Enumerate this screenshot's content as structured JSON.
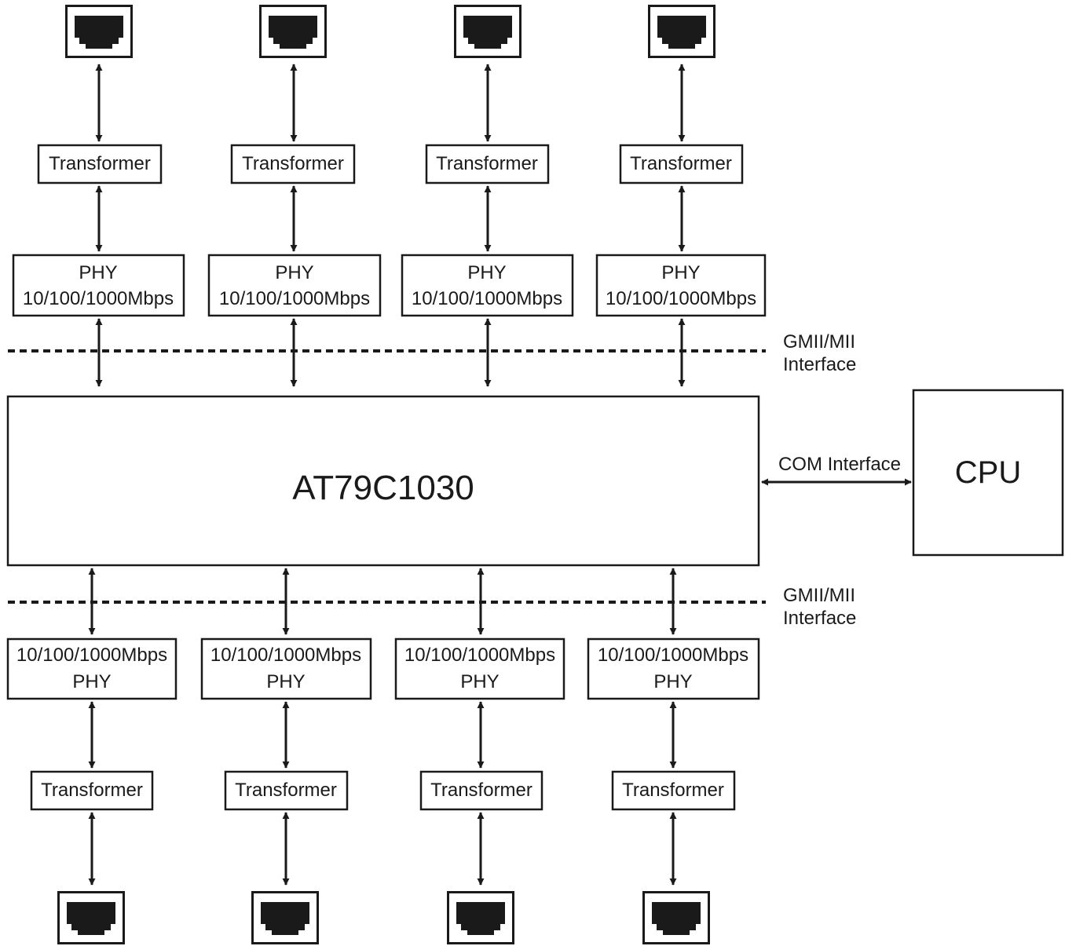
{
  "chip_label": "AT79C1030",
  "cpu_label": "CPU",
  "com_interface_label": "COM Interface",
  "gmii_top": {
    "line1": "GMII/MII",
    "line2": "Interface"
  },
  "gmii_bottom": {
    "line1": "GMII/MII",
    "line2": "Interface"
  },
  "top_ports": [
    {
      "transformer": "Transformer",
      "phy_line1": "PHY",
      "phy_line2": "10/100/1000Mbps"
    },
    {
      "transformer": "Transformer",
      "phy_line1": "PHY",
      "phy_line2": "10/100/1000Mbps"
    },
    {
      "transformer": "Transformer",
      "phy_line1": "PHY",
      "phy_line2": "10/100/1000Mbps"
    },
    {
      "transformer": "Transformer",
      "phy_line1": "PHY",
      "phy_line2": "10/100/1000Mbps"
    }
  ],
  "bottom_ports": [
    {
      "transformer": "Transformer",
      "phy_line1": "10/100/1000Mbps",
      "phy_line2": "PHY"
    },
    {
      "transformer": "Transformer",
      "phy_line1": "10/100/1000Mbps",
      "phy_line2": "PHY"
    },
    {
      "transformer": "Transformer",
      "phy_line1": "10/100/1000Mbps",
      "phy_line2": "PHY"
    },
    {
      "transformer": "Transformer",
      "phy_line1": "10/100/1000Mbps",
      "phy_line2": "PHY"
    }
  ]
}
